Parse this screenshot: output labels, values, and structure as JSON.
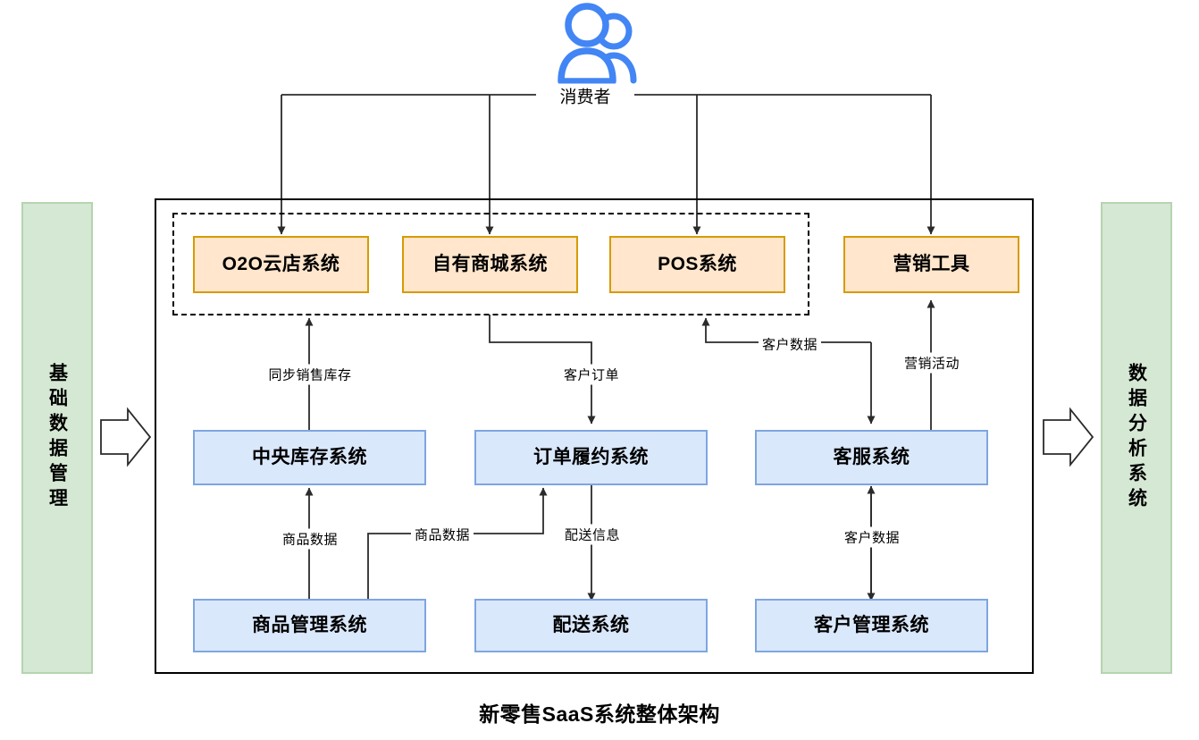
{
  "diagram": {
    "caption": "新零售SaaS系统整体架构",
    "actor": {
      "label": "消费者",
      "icon": "users-icon",
      "color": "#4285f4"
    },
    "side_panels": [
      {
        "id": "base-data",
        "label": "基础数据管理",
        "side": "left",
        "color": "#d5e8d4"
      },
      {
        "id": "data-analytics",
        "label": "数据分析系统",
        "side": "right",
        "color": "#d5e8d4"
      }
    ],
    "side_arrows": [
      {
        "id": "left-in-arrow",
        "direction": "right"
      },
      {
        "id": "right-out-arrow",
        "direction": "right"
      }
    ],
    "groups": [
      {
        "id": "touchpoint-group",
        "style": "dashed",
        "members": [
          "o2o",
          "mall",
          "pos"
        ]
      }
    ],
    "frontend_nodes": [
      {
        "id": "o2o",
        "label": "O2O云店系统",
        "fill": "#ffe6cc",
        "stroke": "#d79b00"
      },
      {
        "id": "mall",
        "label": "自有商城系统",
        "fill": "#ffe6cc",
        "stroke": "#d79b00"
      },
      {
        "id": "pos",
        "label": "POS系统",
        "fill": "#ffe6cc",
        "stroke": "#d79b00"
      },
      {
        "id": "marketing",
        "label": "营销工具",
        "fill": "#ffe6cc",
        "stroke": "#d79b00"
      }
    ],
    "middle_nodes": [
      {
        "id": "inventory",
        "label": "中央库存系统",
        "fill": "#dae8fc",
        "stroke": "#7ea6e0"
      },
      {
        "id": "order",
        "label": "订单履约系统",
        "fill": "#dae8fc",
        "stroke": "#7ea6e0"
      },
      {
        "id": "service",
        "label": "客服系统",
        "fill": "#dae8fc",
        "stroke": "#7ea6e0"
      }
    ],
    "bottom_nodes": [
      {
        "id": "product",
        "label": "商品管理系统",
        "fill": "#dae8fc",
        "stroke": "#7ea6e0"
      },
      {
        "id": "delivery",
        "label": "配送系统",
        "fill": "#dae8fc",
        "stroke": "#7ea6e0"
      },
      {
        "id": "customer",
        "label": "客户管理系统",
        "fill": "#dae8fc",
        "stroke": "#7ea6e0"
      }
    ],
    "edges": [
      {
        "id": "e-consumer-o2o",
        "from": "consumer",
        "to": "o2o",
        "label": ""
      },
      {
        "id": "e-consumer-mall",
        "from": "consumer",
        "to": "mall",
        "label": ""
      },
      {
        "id": "e-consumer-pos",
        "from": "consumer",
        "to": "pos",
        "label": ""
      },
      {
        "id": "e-consumer-marketing",
        "from": "consumer",
        "to": "marketing",
        "label": ""
      },
      {
        "id": "e-inventory-o2o",
        "from": "inventory",
        "to": "o2o",
        "label": "同步销售库存"
      },
      {
        "id": "e-mall-order",
        "from": "mall",
        "to": "order",
        "label": "客户订单"
      },
      {
        "id": "e-service-pos",
        "from": "service",
        "to": "pos",
        "label": "客户数据"
      },
      {
        "id": "e-service-marketing",
        "from": "service",
        "to": "marketing",
        "label": "营销活动"
      },
      {
        "id": "e-product-inventory",
        "from": "product",
        "to": "inventory",
        "label": "商品数据"
      },
      {
        "id": "e-product-order",
        "from": "product",
        "to": "order",
        "label": "商品数据"
      },
      {
        "id": "e-order-delivery",
        "from": "order",
        "to": "delivery",
        "label": "配送信息"
      },
      {
        "id": "e-service-customer",
        "from": "service",
        "to": "customer",
        "label": "客户数据",
        "bidirectional": true
      }
    ]
  }
}
